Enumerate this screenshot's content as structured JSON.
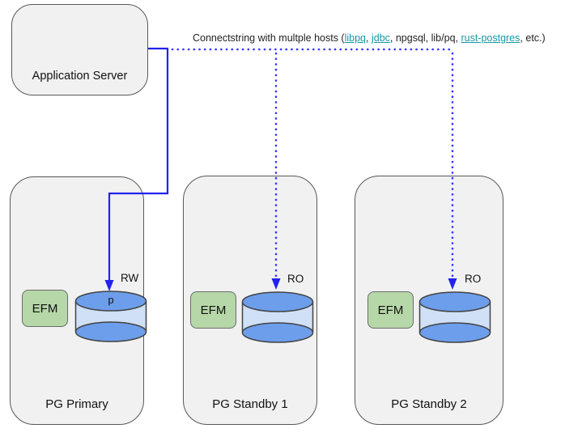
{
  "app_server": {
    "label": "Application Server"
  },
  "connect_note": {
    "prefix": "Connectstring with multple hosts (",
    "link_libpq": "libpq",
    "sep1": ", ",
    "link_jdbc": "jdbc",
    "mid": ", npgsql, lib/pq, ",
    "link_rust_postgres": "rust-postgres",
    "suffix": ", etc.)"
  },
  "nodes": [
    {
      "name": "PG Primary",
      "efm_label": "EFM",
      "db_label": "p",
      "access_mode": "RW"
    },
    {
      "name": "PG Standby 1",
      "efm_label": "EFM",
      "db_label": "",
      "access_mode": "RO"
    },
    {
      "name": "PG Standby 2",
      "efm_label": "EFM",
      "db_label": "",
      "access_mode": "RO"
    }
  ],
  "colors": {
    "solid_arrow_blue": "#2222ee",
    "dotted_arrow_blue": "#3535ff",
    "link_teal": "#1698a4",
    "box_fill": "#f1f1f1",
    "box_border": "#595959",
    "efm_green": "#b6d7a8",
    "cylinder_top_blue": "#6d9eeb",
    "cylinder_body_blue": "#cfe0f7",
    "cylinder_outline": "#434343"
  }
}
